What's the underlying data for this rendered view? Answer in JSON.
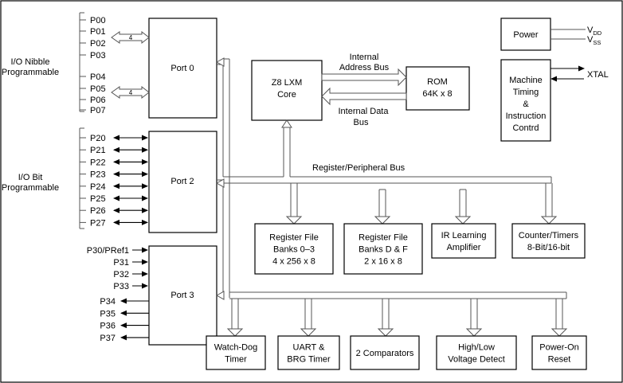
{
  "io_nibble_label": [
    "I/O Nibble",
    "Programmable"
  ],
  "io_bit_label": [
    "I/O Bit",
    "Programmable"
  ],
  "port0": {
    "label": "Port 0",
    "pins": [
      "P00",
      "P01",
      "P02",
      "P03",
      "P04",
      "P05",
      "P06",
      "P07"
    ],
    "nibble_width": "4"
  },
  "port2": {
    "label": "Port 2",
    "pins": [
      "P20",
      "P21",
      "P22",
      "P23",
      "P24",
      "P25",
      "P26",
      "P27"
    ]
  },
  "port3": {
    "label": "Port 3",
    "inputs": [
      "P30/PRef1",
      "P31",
      "P32",
      "P33"
    ],
    "outputs": [
      "P34",
      "P35",
      "P36",
      "P37"
    ]
  },
  "core": {
    "line1": "Z8 LXM",
    "line2": "Core"
  },
  "rom": {
    "line1": "ROM",
    "line2": "64K x 8"
  },
  "address_bus": {
    "line1": "Internal",
    "line2": "Address Bus"
  },
  "data_bus": {
    "line1": "Internal Data",
    "line2": "Bus"
  },
  "power": {
    "label": "Power",
    "vdd": "V",
    "vdd_sub": "DD",
    "vss": "V",
    "vss_sub": "SS"
  },
  "timing": {
    "lines": [
      "Machine",
      "Timing",
      "&",
      "Instruction",
      "Contrd"
    ],
    "xtal": "XTAL"
  },
  "reg_bus": "Register/Peripheral Bus",
  "upper_blocks": [
    {
      "lines": [
        "Register File",
        "Banks 0–3",
        "4 x 256 x 8"
      ]
    },
    {
      "lines": [
        "Register File",
        "Banks D & F",
        "2 x 16 x 8"
      ]
    },
    {
      "lines": [
        "IR Learning",
        "Amplifier"
      ]
    },
    {
      "lines": [
        "Counter/Timers",
        "8-Bit/16-bit"
      ]
    }
  ],
  "lower_blocks": [
    {
      "lines": [
        "Watch-Dog",
        "Timer"
      ]
    },
    {
      "lines": [
        "UART &",
        "BRG Timer"
      ]
    },
    {
      "lines": [
        "2 Comparators"
      ]
    },
    {
      "lines": [
        "High/Low",
        "Voltage Detect"
      ]
    },
    {
      "lines": [
        "Power-On",
        "Reset"
      ]
    }
  ]
}
